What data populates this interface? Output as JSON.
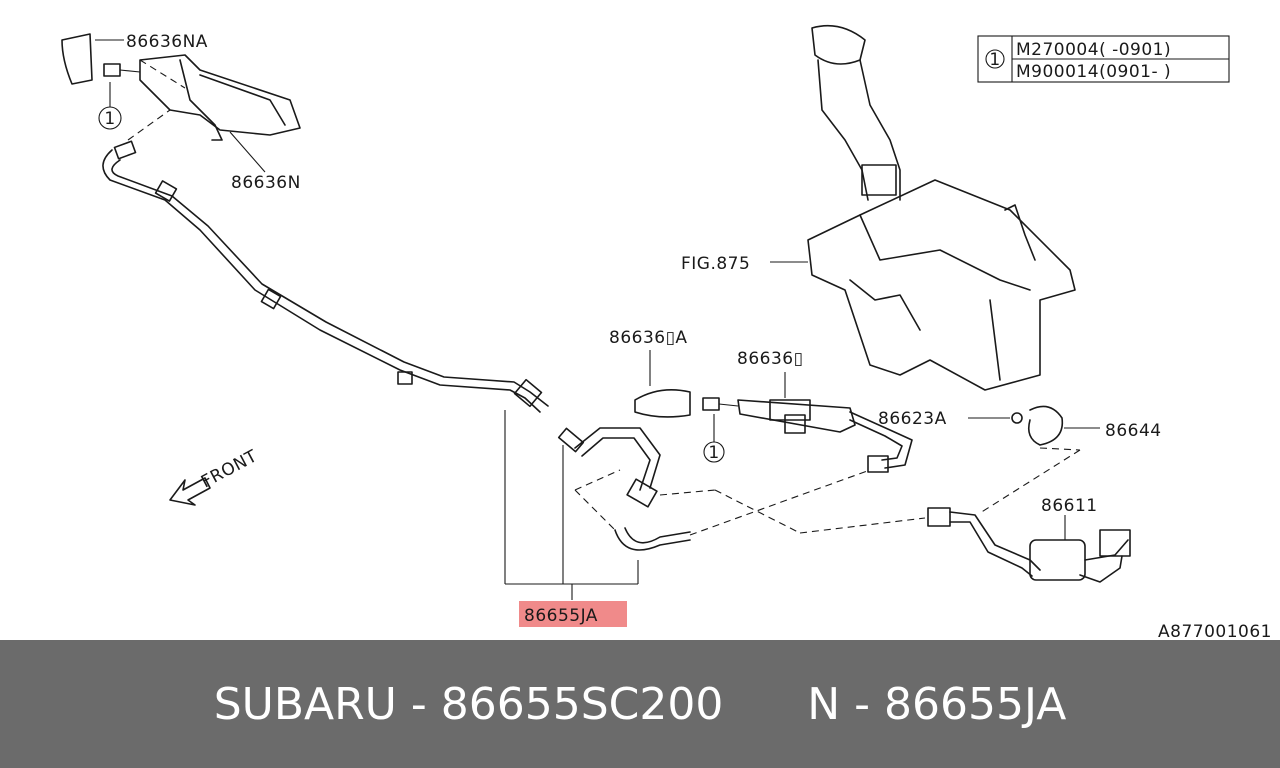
{
  "diagram": {
    "labels": {
      "part_86636NA": "86636NA",
      "part_86636N": "86636N",
      "fig_ref": "FIG.875",
      "part_86636A": "86636▯A",
      "part_86636": "86636▯",
      "part_86623A": "86623A",
      "part_86644": "86644",
      "part_86611": "86611",
      "part_86655JA": "86655JA",
      "front": "FRONT",
      "ref_1_a": "1",
      "ref_1_b": "1",
      "ref_1_c": "1",
      "diagram_id": "A877001061"
    },
    "legend": {
      "ref": "1",
      "rows": [
        "M270004(  -0901)",
        "M900014(0901-  )"
      ]
    },
    "highlight_color": "#f08a8a"
  },
  "footer": {
    "brand_part": "SUBARU - 86655SC200",
    "alt_part": "N - 86655JA"
  }
}
